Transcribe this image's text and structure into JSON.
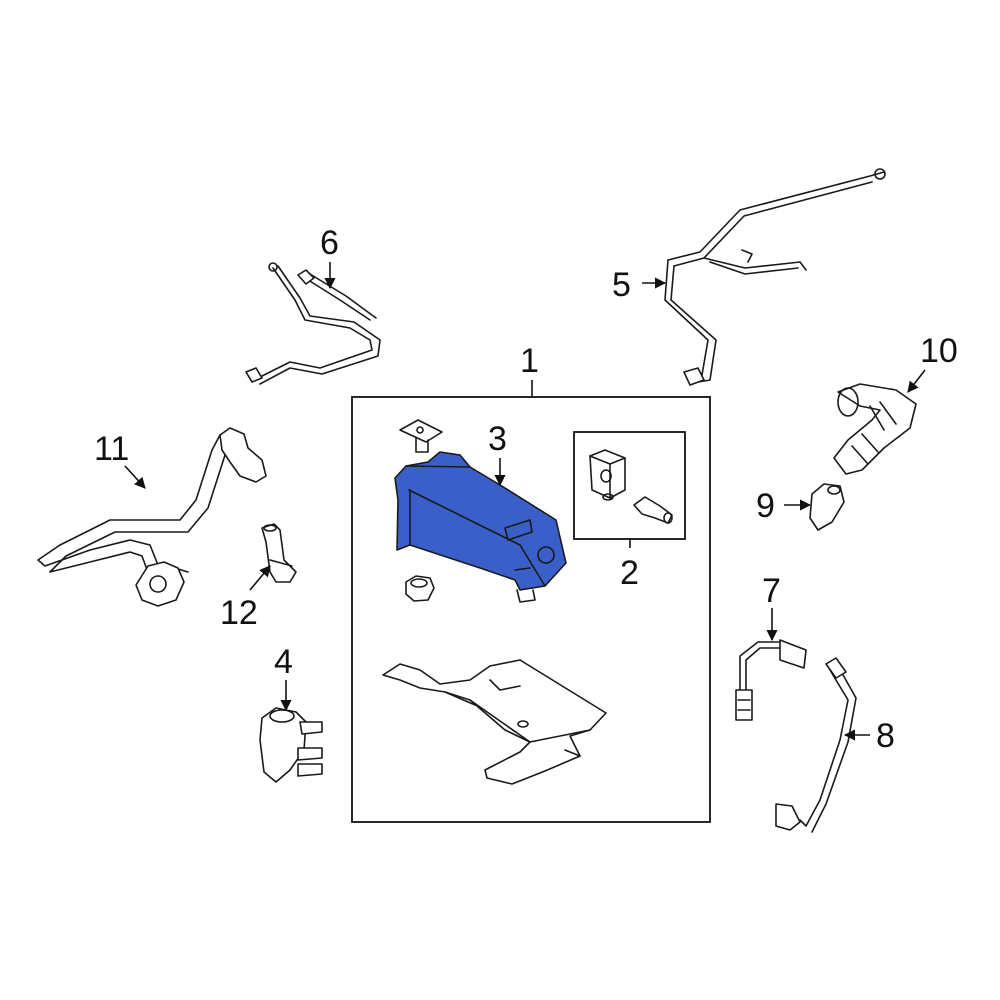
{
  "colors": {
    "highlight": "#3a5fc8",
    "highlight_dark": "#2a47a0",
    "line": "#1a1a1a",
    "background": "#ffffff"
  },
  "callouts": [
    {
      "id": "1",
      "label": "1"
    },
    {
      "id": "2",
      "label": "2"
    },
    {
      "id": "3",
      "label": "3"
    },
    {
      "id": "4",
      "label": "4"
    },
    {
      "id": "5",
      "label": "5"
    },
    {
      "id": "6",
      "label": "6"
    },
    {
      "id": "7",
      "label": "7"
    },
    {
      "id": "8",
      "label": "8"
    },
    {
      "id": "9",
      "label": "9"
    },
    {
      "id": "10",
      "label": "10"
    },
    {
      "id": "11",
      "label": "11"
    },
    {
      "id": "12",
      "label": "12"
    }
  ],
  "highlighted_part": "3"
}
